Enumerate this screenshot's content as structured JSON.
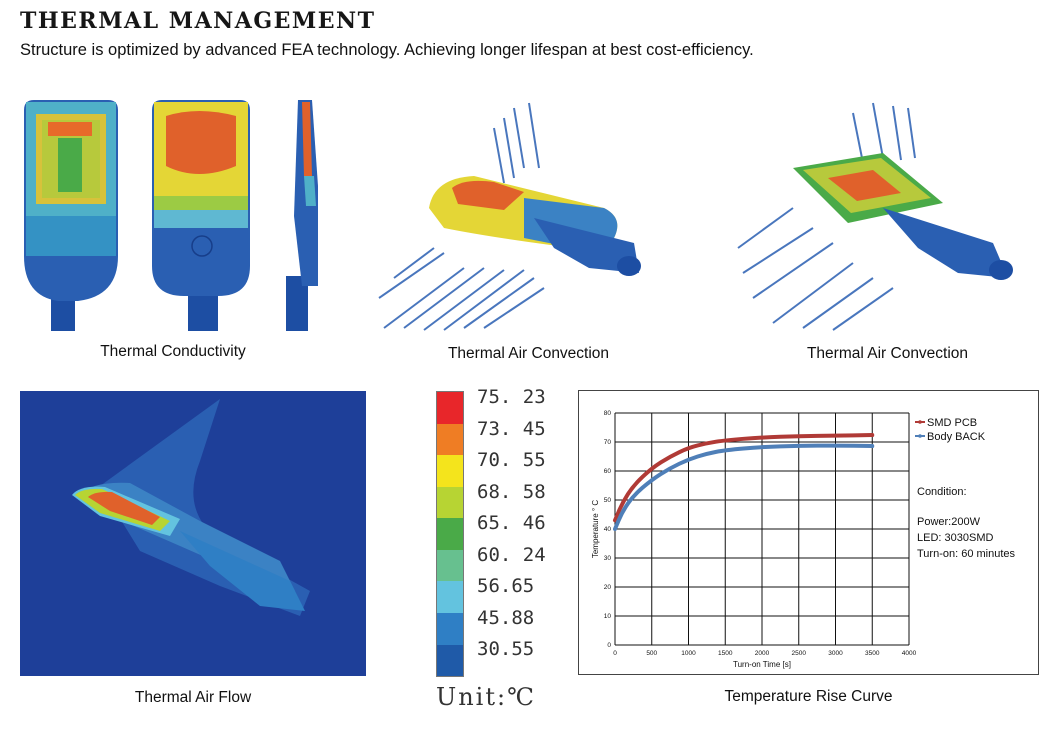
{
  "header": {
    "title": "THERMAL MANAGEMENT",
    "subtitle": "Structure is optimized by advanced FEA  technology. Achieving longer lifespan at best cost-efficiency."
  },
  "captions": {
    "conductivity": "Thermal Conductivity",
    "convection_1": "Thermal Air Convection",
    "convection_2": "Thermal Air Convection",
    "air_flow": "Thermal Air Flow",
    "rise_curve": "Temperature Rise Curve"
  },
  "color_scale": {
    "entries": [
      {
        "value": "75. 23",
        "color": "#e8262a"
      },
      {
        "value": "73. 45",
        "color": "#ef7d24"
      },
      {
        "value": "70. 55",
        "color": "#f4e41c"
      },
      {
        "value": "68. 58",
        "color": "#b7d433"
      },
      {
        "value": "65. 46",
        "color": "#4aaa48"
      },
      {
        "value": "60. 24",
        "color": "#67c08f"
      },
      {
        "value": "56.65",
        "color": "#63c3df"
      },
      {
        "value": "45.88",
        "color": "#2f7fc5"
      },
      {
        "value": "30.55",
        "color": "#1f5aa8"
      }
    ],
    "unit": "Unit:℃"
  },
  "chart_data": {
    "type": "line",
    "xlabel": "Turn-on Time [s]",
    "ylabel": "Temperature ° C",
    "xlim": [
      0,
      4000
    ],
    "ylim": [
      0,
      80
    ],
    "xticks": [
      0,
      500,
      1000,
      1500,
      2000,
      2500,
      3000,
      3500,
      4000
    ],
    "yticks": [
      0,
      10,
      20,
      30,
      40,
      50,
      60,
      70,
      80
    ],
    "grid": true,
    "legend_position": "right",
    "series": [
      {
        "name": "SMD PCB",
        "color": "#b03a36",
        "x": [
          0,
          100,
          250,
          500,
          750,
          1000,
          1250,
          1500,
          2000,
          2500,
          3000,
          3500
        ],
        "y": [
          43,
          49,
          55,
          61,
          65,
          68,
          69.6,
          70.6,
          71.6,
          72.0,
          72.2,
          72.4
        ]
      },
      {
        "name": "Body BACK",
        "color": "#4f7fb8",
        "x": [
          0,
          100,
          250,
          500,
          750,
          1000,
          1250,
          1500,
          2000,
          2500,
          3000,
          3500
        ],
        "y": [
          40,
          46,
          51.5,
          57,
          61,
          64,
          66,
          67.2,
          68.3,
          68.7,
          68.8,
          68.6
        ]
      }
    ],
    "condition": {
      "heading": "Condition:",
      "lines": [
        "Power:200W",
        "LED: 3030SMD",
        "Turn-on: 60 minutes"
      ]
    }
  }
}
